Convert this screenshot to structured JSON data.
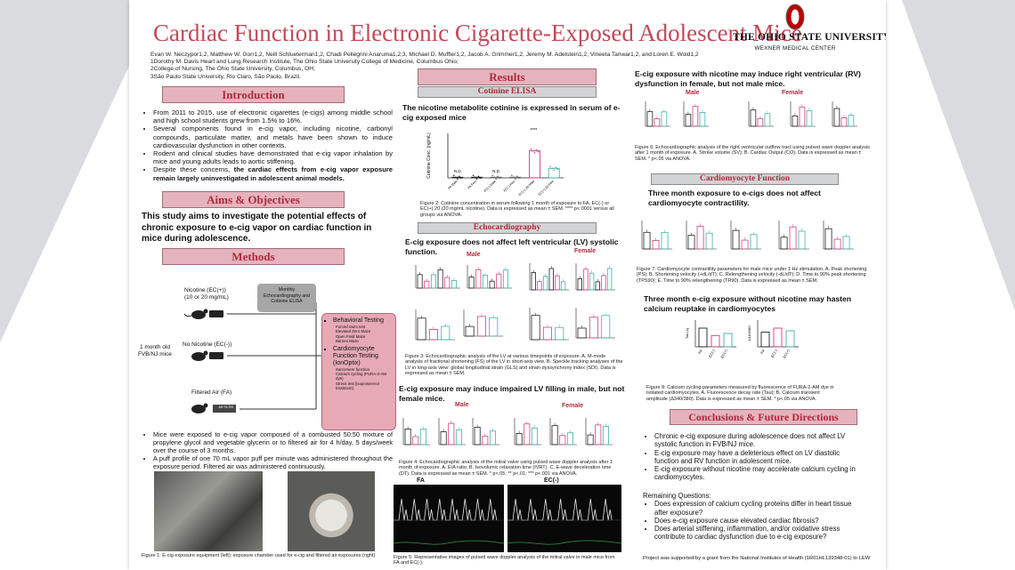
{
  "title": "Cardiac Function in Electronic Cigarette-Exposed Adolescent Mice",
  "authors": "Evan W. Neczypor1,2, Matthew W. Gorr1,2, Neill Schlueterman1,2, Chadi Pellegrini Anaruma1,2,3, Michael D. Muffler1,2, Jacob A. Grimmer1,2, Jeremy M. Adelstein1,2, Vineeta Tanwar1,2, and Loren E. Wold1,2",
  "affiliations": [
    "1Dorothy M. Davis Heart and Lung Research Institute, The Ohio State University College of Medicine, Columbus Ohio;",
    "2College of Nursing, The Ohio State University, Columbus, OH;",
    "3São Paulo State University, Rio Claro, São Paulo, Brazil."
  ],
  "logo": {
    "name": "THE OHIO STATE UNIVERSITY",
    "sub": "WEXNER MEDICAL CENTER",
    "color": "#bb0000"
  },
  "introduction": {
    "header": "Introduction",
    "bullets": [
      "From 2011 to 2015, use of electronic cigarettes (e-cigs) among middle school and high school students grew from 1.5% to 16%.",
      "Several components found in e-cig vapor, including nicotine, carbonyl compounds, particulate matter, and metals have been shown to induce cardiovascular dysfunction in other contexts.",
      "Rodent and clinical studies have demonstrated that e-cig vapor inhalation by mice and young adults leads to aortic stiffening."
    ],
    "last_bullet_pre": "Despite these concerns, ",
    "last_bullet_bold": "the cardiac effects from e-cig vapor exposure remain largely uninvestigated in adolescent animal models."
  },
  "aims": {
    "header": "Aims & Objectives",
    "text": "This study aims to investigate the potential effects of chronic exposure to e-cig vapor on cardiac function in mice during adolescence."
  },
  "methods": {
    "header": "Methods",
    "groups": [
      "Nicotine (EC(+))\n(10 or 20 mg/mL)",
      "No Nicotine (EC(-))",
      "Filtered Air (FA)"
    ],
    "mice": "1 month old\nFVB/NJ mice",
    "monthly": "Monthly\nEchocardiography and\nCotinine ELISA",
    "behavioral": "Behavioral Testing",
    "behavioral_items": [
      "Forced swim test",
      "Elevated Zero Maze",
      "Open Field Maze",
      "Barnes Maze"
    ],
    "cardiomyocyte": "Cardiomyocyte Function Testing (IonOptix)",
    "cardio_items": [
      "Sarcomere function",
      "Calcium cycling (FURA-2-AM dye)",
      "Stress test (isoproterenol treatment)"
    ],
    "air_label": "AIR FILTER",
    "bullets": [
      "Mice were exposed to e-cig vapor composed of a combusted 50:50 mixture of propylene glycol and vegetable glycerin or to filtered air for 4 h/day, 5 days/week over the course of 3 months.",
      "A puff profile of one 70 mL vapor puff per minute was administered throughout the exposure period. Filtered air was administered continuously."
    ],
    "fig1_caption": "Figure 1: E-cig exposure equipment (left); exposure chamber used for e-cig and filtered air exposures (right)"
  },
  "results": {
    "header": "Results",
    "elisa_header": "Cotinine ELISA",
    "elisa_heading": "The nicotine metabolite cotinine is expressed in serum of e-cig exposed mice",
    "fig2_caption": "Figure 2: Cotinine concentration in serum following 1 month of exposure to FA, EC(-) or EC(+) 20 (20 mg/mL nicotine). Data is expressed as mean ± SEM. **** p<.0001 versus all groups via ANOVA.",
    "echo_header": "Echocardiography",
    "lv_heading": "E-cig exposure does not affect left ventricular (LV) systolic function.",
    "male": "Male",
    "female": "Female",
    "fig3_caption": "Figure 3: Echocardiographic analysis of the LV at various timepoints of exposure. A. M-mode analysis of fractional shortening (FS) of the LV in short-axis view. B. Speckle tracking analyses of the LV in long-axis view: global longitudinal strain (GLS) and strain dyssynchrony index (SDI). Data is expressed as mean ± SEM.",
    "filling_heading": "E-cig exposure may induce impaired LV filling in male, but not female mice.",
    "fig4_caption": "Figure 4: Echocardiographic analysis of the mitral valve using pulsed wave doppler analysis after 1 month of exposure. A. E/A ratio; B. Isovolumic relaxation time (IVRT). C. E-wave deceleration time (DT). Data is expressed as mean ± SEM. * p<.05; ** p<.01; *** p<.001 via ANOVA.",
    "fa": "FA",
    "ecneg": "EC(-)",
    "fig5_caption": "Figure 5: Representative images of pulsed wave doppler analysis of the mitral valve in male mice from FA and EC(-)."
  },
  "right": {
    "rv_heading": "E-cig exposure with nicotine may induce right ventricular (RV) dysfunction in female, but not male mice.",
    "fig6_caption": "Figure 6: Echocardiographic analysis of the right ventricular outflow tract using pulsed wave doppler analysis after 1 month of exposure. A. Stroke volume (SV); B. Cardiac Output (CO). Data is expressed as mean ± SEM. * p<.05 via ANOVA.",
    "cardio_header": "Cardiomyocyte Function",
    "contract_heading": "Three month exposure to e-cigs does not affect cardiomyocyte contractility.",
    "fig7_caption": "Figure 7: Cardiomyocyte contractility parameters for male mice under 1 Hz stimulation. A. Peak shortening (PS); B. Shortening velocity (+dL/dT); C. Relengthening velocity (-dL/dT); D. Time to 90% peak shortening (TPS90); E. Time to 90% relengthening (TR90). Data is expressed as mean ± SEM.",
    "calcium_heading": "Three month e-cig exposure without nicotine may hasten calcium reuptake in cardiomyocytes",
    "fig8_caption": "Figure 8: Calcium cycling parameters measured by fluorescence of FURA-2-AM dye in isolated cardiomyocytes. A. Fluorescence decay rate (Tau); B. Calcium transient amplitude (Δ340/380). Data is expressed as mean ± SEM. * p<.05 via ANOVA.",
    "concl_header": "Conclusions & Future Directions",
    "conclusions": [
      "Chronic e-cig exposure during adolescence does not affect LV systolic function in FVB/NJ mice.",
      "E-cig exposure may have a deleterious effect on LV diastolic function and RV function in adolescent mice.",
      "E-cig exposure without nicotine may accelerate calcium cycling in cardiomyocytes."
    ],
    "remaining": "Remaining Questions:",
    "questions": [
      "Does expression of calcium cycling proteins differ in heart tissue after exposure?",
      "Does e-cig exposure cause elevated cardiac fibrosis?",
      "Does arterial stiffening, inflammation, and/or oxidative stress contribute to cardiac dysfunction due to e-cig exposure?"
    ],
    "grant": "Project was supported by a grant from the National Institutes of Health (1R01HL139348-01) to LEW"
  },
  "chart_data": [
    {
      "id": "fig2",
      "type": "bar",
      "categories": [
        "FA Male",
        "FA Fem",
        "EC(-) Male",
        "EC(-) Fem",
        "EC(+) 20 Male",
        "EC(+) 20 Fem"
      ],
      "values": [
        0.02,
        0.02,
        0.02,
        0.02,
        0.85,
        0.3
      ],
      "ylabel": "Cotinine Conc. (ng/mL)",
      "ylim": [
        0,
        1.4
      ],
      "annotations": [
        "N.D.",
        "N.D.",
        "****"
      ]
    },
    {
      "id": "fig8a",
      "type": "bar",
      "categories": [
        "FA",
        "EC(-)",
        "EC(+)"
      ],
      "values": [
        0.7,
        0.42,
        0.5
      ],
      "ylabel": "Tau (s)",
      "ylim": [
        0,
        1
      ]
    },
    {
      "id": "fig8b",
      "type": "bar",
      "categories": [
        "FA",
        "EC(-)",
        "EC(+)"
      ],
      "values": [
        0.55,
        0.7,
        0.6
      ],
      "ylabel": "Δ340/380",
      "ylim": [
        0,
        1
      ]
    }
  ],
  "colors": {
    "fa": "#222222",
    "ecneg": "#d43f7f",
    "ecpos": "#3fb3a8",
    "accent": "#c14a5a"
  }
}
